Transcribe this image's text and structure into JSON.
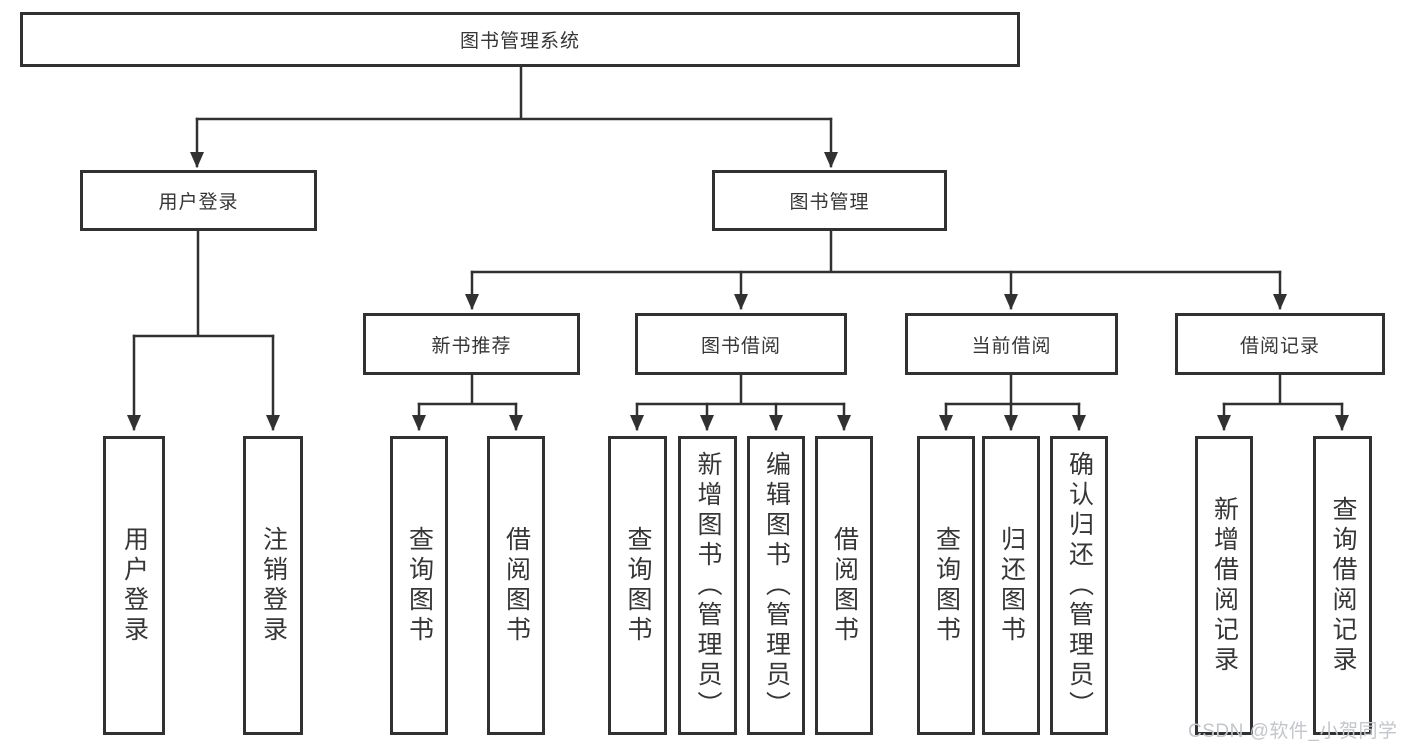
{
  "tree": {
    "root": {
      "label": "图书管理系统"
    },
    "branches": [
      {
        "label": "用户登录",
        "children": [
          {
            "label": "用户登录"
          },
          {
            "label": "注销登录"
          }
        ]
      },
      {
        "label": "图书管理",
        "children": [
          {
            "label": "新书推荐",
            "children": [
              {
                "label": "查询图书"
              },
              {
                "label": "借阅图书"
              }
            ]
          },
          {
            "label": "图书借阅",
            "children": [
              {
                "label": "查询图书"
              },
              {
                "label": "新增图书（管理员）"
              },
              {
                "label": "编辑图书（管理员）"
              },
              {
                "label": "借阅图书"
              }
            ]
          },
          {
            "label": "当前借阅",
            "children": [
              {
                "label": "查询图书"
              },
              {
                "label": "归还图书"
              },
              {
                "label": "确认归还（管理员）"
              }
            ]
          },
          {
            "label": "借阅记录",
            "children": [
              {
                "label": "新增借阅记录"
              },
              {
                "label": "查询借阅记录"
              }
            ]
          }
        ]
      }
    ]
  },
  "watermark": {
    "text": "CSDN @软件_小贺同学"
  },
  "colors": {
    "line": "#313131",
    "text": "#363636",
    "watermark": "#c3c6ca",
    "background": "#ffffff"
  }
}
